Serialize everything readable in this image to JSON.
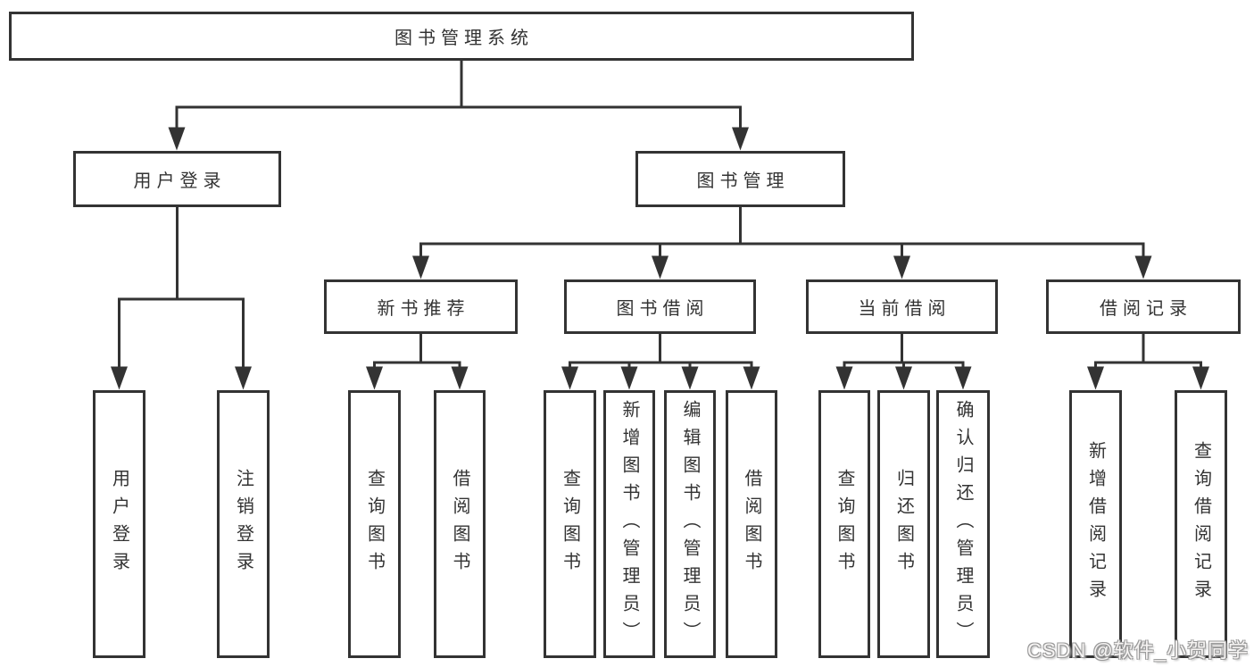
{
  "tree": {
    "label": "图书管理系统",
    "children": [
      {
        "label": "用户登录",
        "children": [
          {
            "label": "用户登录"
          },
          {
            "label": "注销登录"
          }
        ]
      },
      {
        "label": "图书管理",
        "children": [
          {
            "label": "新书推荐",
            "children": [
              {
                "label": "查询图书"
              },
              {
                "label": "借阅图书"
              }
            ]
          },
          {
            "label": "图书借阅",
            "children": [
              {
                "label": "查询图书"
              },
              {
                "label": "新增图书（管理员）"
              },
              {
                "label": "编辑图书（管理员）"
              },
              {
                "label": "借阅图书"
              }
            ]
          },
          {
            "label": "当前借阅",
            "children": [
              {
                "label": "查询图书"
              },
              {
                "label": "归还图书"
              },
              {
                "label": "确认归还（管理员）"
              }
            ]
          },
          {
            "label": "借阅记录",
            "children": [
              {
                "label": "新增借阅记录"
              },
              {
                "label": "查询借阅记录"
              }
            ]
          }
        ]
      }
    ]
  },
  "watermark": "CSDN @软件_小贺同学",
  "colors": {
    "line": "#333333",
    "text": "#333333",
    "background": "#ffffff",
    "watermark_fill": "#f6f4f3",
    "watermark_outline": "#9a9a9a"
  }
}
